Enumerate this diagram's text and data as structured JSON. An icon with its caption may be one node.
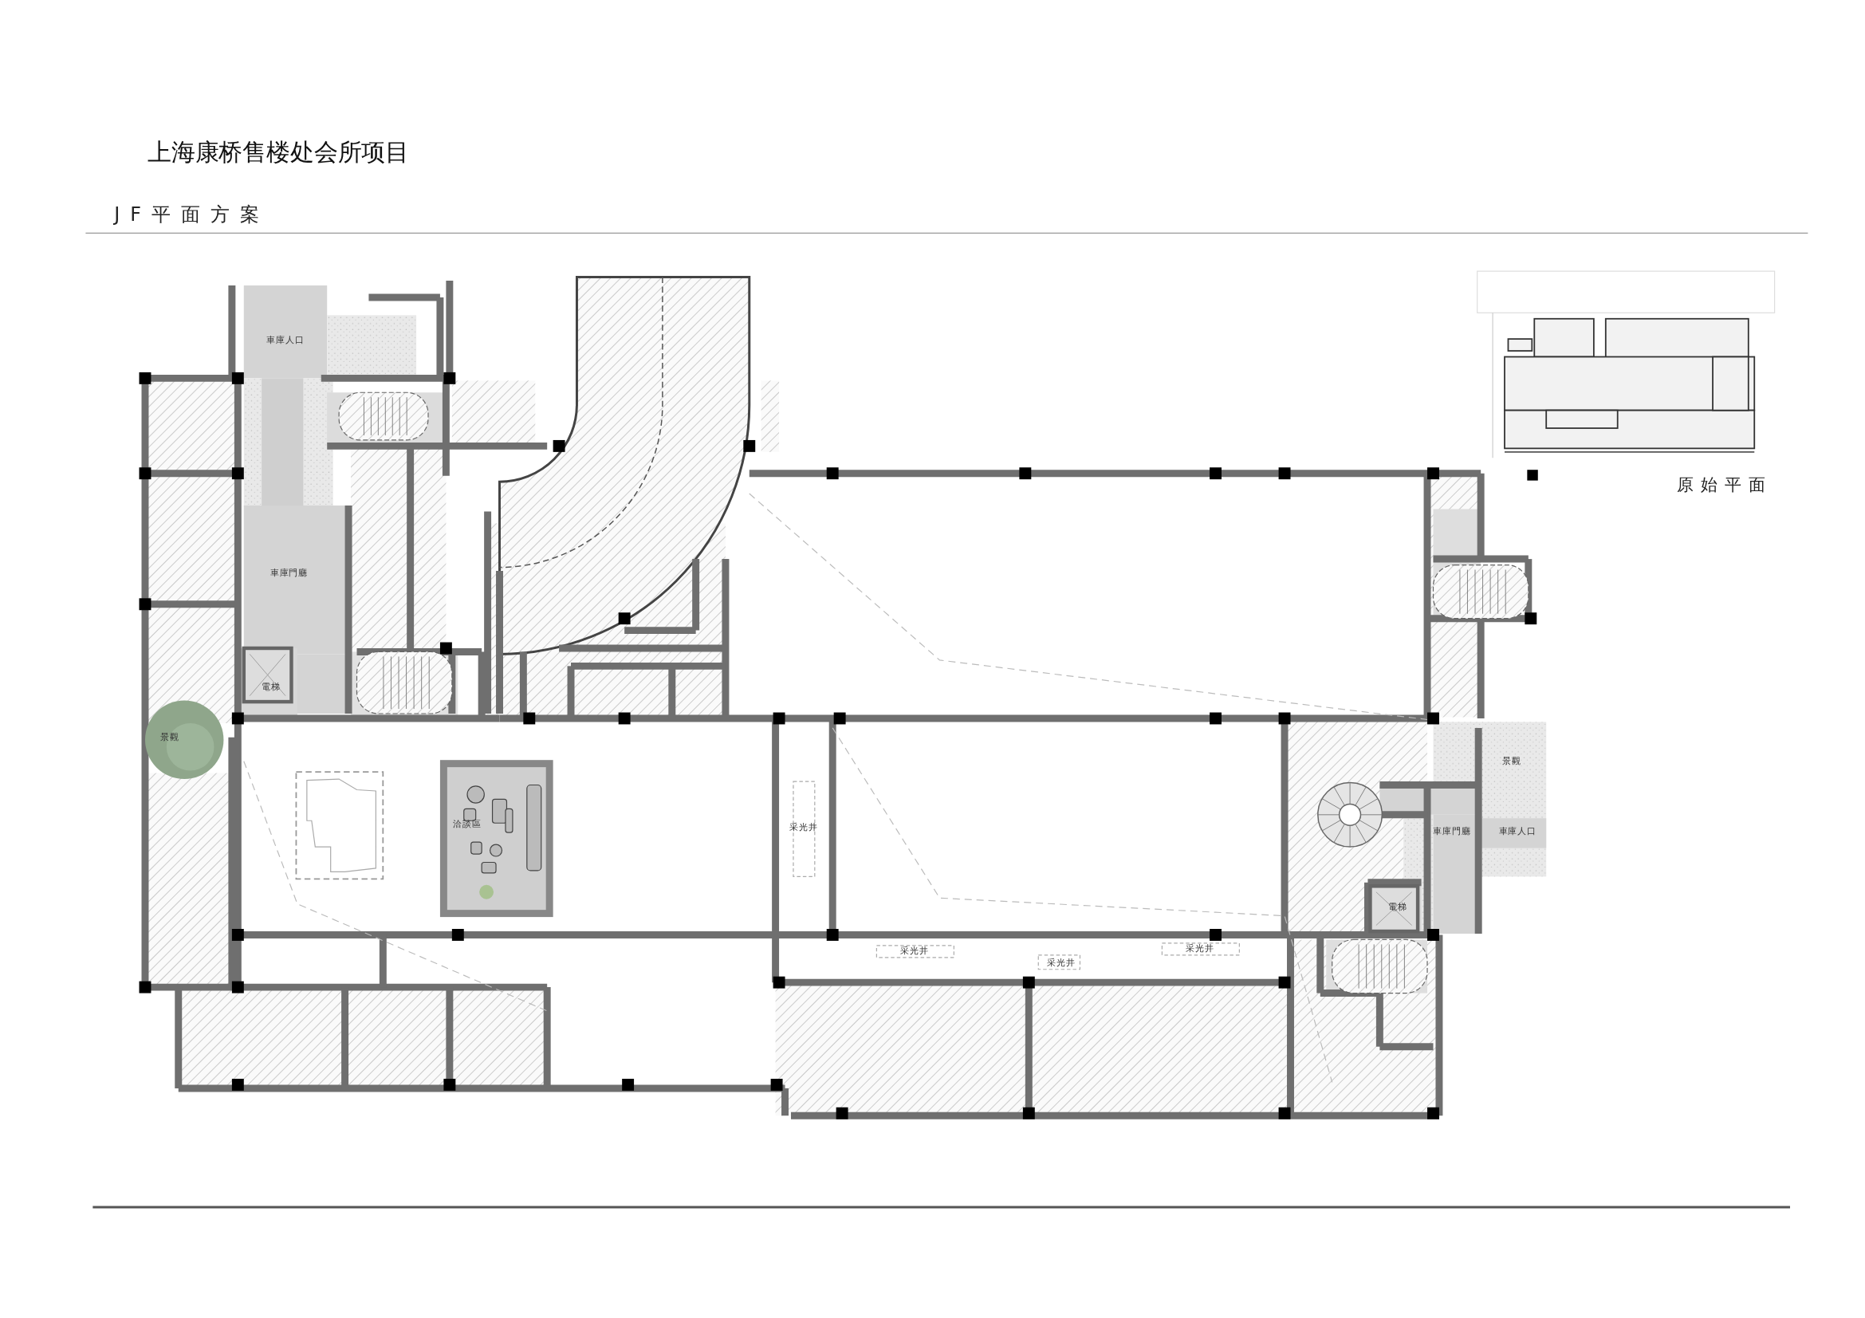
{
  "diagram": {
    "title": "上海康桥售楼处会所项目",
    "labels": [
      "JF平面方案",
      "車庫人口",
      "原始平面",
      "車庫門廳",
      "電梯",
      "景觀",
      "景觀",
      "洽談區",
      "采光井",
      "車庫門廳",
      "車庫人口",
      "電梯",
      "采光井",
      "采光井",
      "采光井"
    ]
  }
}
